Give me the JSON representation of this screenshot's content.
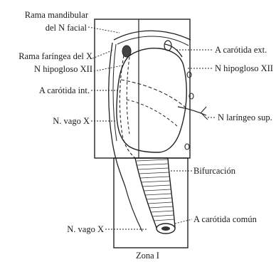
{
  "labels": {
    "rama_mandibular_1": "Rama mandibular",
    "rama_mandibular_2": "del N facial",
    "rama_faringea": "Rama faríngea del X",
    "hipogloso_left": "N hipogloso XII",
    "carotida_int": "A carótida int.",
    "vago_upper": "N. vago X",
    "carotida_ext": "A carótida ext.",
    "hipogloso_right": "N hipogloso XII",
    "laringeo_sup": "N laríngeo sup.",
    "bifurcacion": "Bifurcación",
    "carotida_comun": "A carótida común",
    "vago_lower": "N. vago X",
    "zona": "Zona I"
  }
}
